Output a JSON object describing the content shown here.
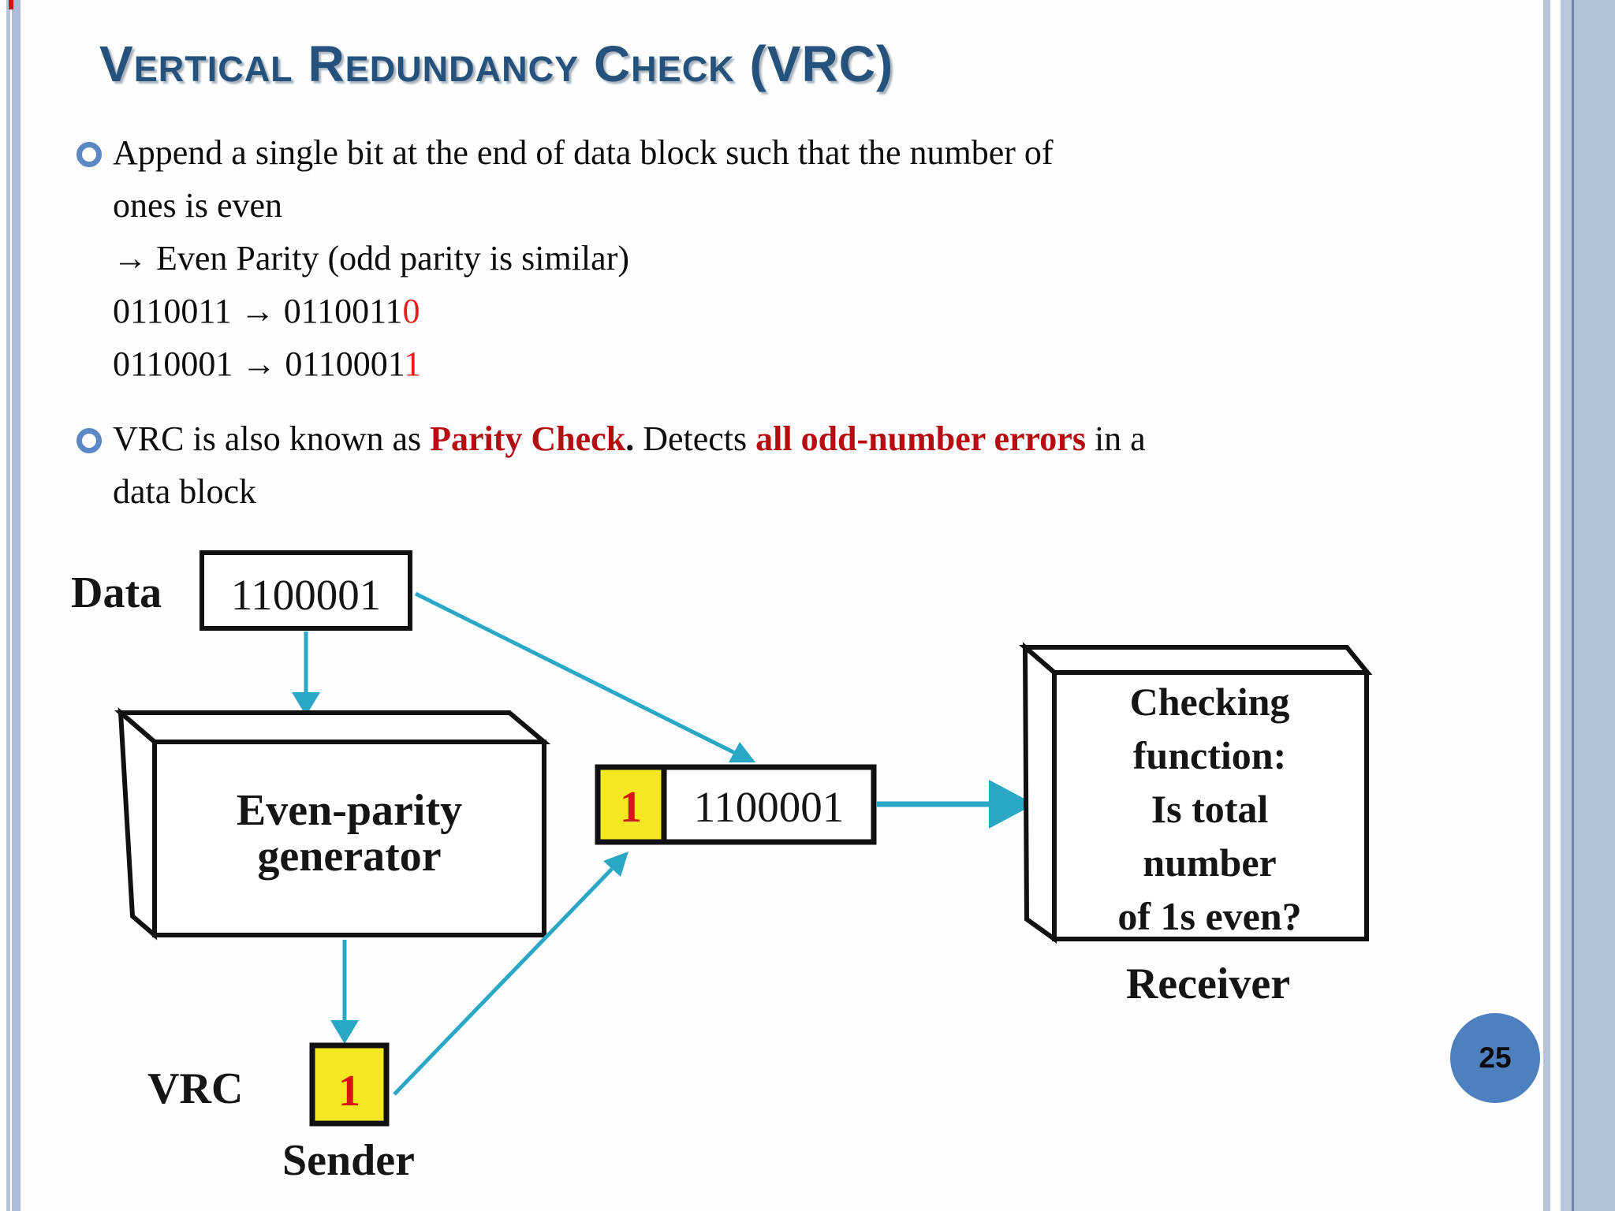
{
  "slide": {
    "title": "Vertical Redundancy Check (VRC)",
    "page_number": "25"
  },
  "bullets": {
    "b1_line1": "Append a single bit at the end of data block such that the number of",
    "b1_line2": "ones is even",
    "b1_line3": "→ Even Parity (odd parity is similar)",
    "b1_bits1_src": "0110011 ",
    "b1_bits1_arrow": "→ ",
    "b1_bits1_result": "0110011",
    "b1_bits1_parity": "0",
    "b2_bits2_src": "0110001 ",
    "b2_bits2_arrow": "→ ",
    "b2_bits2_result": "0110001",
    "b2_bits2_parity": "1",
    "b2_seg1": "VRC is also known as ",
    "b2_seg2": "Parity Check",
    "b2_seg3": ". ",
    "b2_seg4": "Detects ",
    "b2_seg5": "all odd-number errors",
    "b2_seg6": " in a",
    "b2_line2": "data block"
  },
  "diagram": {
    "data_label": "Data",
    "data_bits": "1100001",
    "generator_line1": "Even-parity",
    "generator_line2": "generator",
    "vrc_label": "VRC",
    "vrc_bit": "1",
    "sender_label": "Sender",
    "frame_parity_bit": "1",
    "frame_bits": "1100001",
    "checker_line1": "Checking",
    "checker_line2": "function:",
    "checker_line3": "Is total",
    "checker_line4": "number",
    "checker_line5": "of 1s even?",
    "receiver_label": "Receiver"
  },
  "colors": {
    "title_blue": "#24527d",
    "bullet_ring_blue": "#5b87c5",
    "arrow_teal": "#2ba7c6",
    "parity_yellow": "#f5e822",
    "highlight_red": "#d91414",
    "emphasis_dark_red": "#b50d12",
    "page_badge_blue": "#4e80c0",
    "side_bar_blue": "#b0bfd9"
  }
}
